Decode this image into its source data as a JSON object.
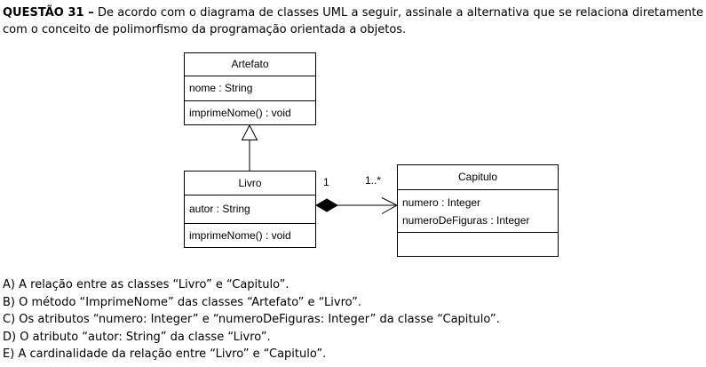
{
  "question": {
    "label": "QUESTÃO 31 –",
    "text": "De acordo com o diagrama de classes UML a seguir, assinale a alternativa que se relaciona diretamente com o conceito de polimorfismo da programação orientada a objetos."
  },
  "diagram": {
    "classes": [
      {
        "name": "Artefato",
        "attributes": [
          "nome : String"
        ],
        "methods": [
          "imprimeNome() : void"
        ]
      },
      {
        "name": "Livro",
        "attributes": [
          "autor : String"
        ],
        "methods": [
          "imprimeNome() : void"
        ]
      },
      {
        "name": "Capitulo",
        "attributes": [
          "numero : Integer",
          "numeroDeFiguras : Integer"
        ],
        "methods": []
      }
    ],
    "relationships": [
      {
        "type": "generalization",
        "from": "Livro",
        "to": "Artefato"
      },
      {
        "type": "composition",
        "from": "Livro",
        "to": "Capitulo",
        "from_multiplicity": "1",
        "to_multiplicity": "1..*"
      }
    ],
    "colors": {
      "line": "#000000",
      "fill": "#ffffff",
      "diamond": "#000000"
    }
  },
  "options": [
    {
      "letter": "A)",
      "text": "A relação entre as classes “Livro” e “Capitulo”."
    },
    {
      "letter": "B)",
      "text": "O método “ImprimeNome” das classes “Artefato” e “Livro”."
    },
    {
      "letter": "C)",
      "text": "Os atributos “numero: Integer” e “numeroDeFiguras: Integer” da classe “Capitulo”."
    },
    {
      "letter": "D)",
      "text": "O atributo “autor: String” da classe “Livro”."
    },
    {
      "letter": "E)",
      "text": "A cardinalidade da relação entre “Livro” e “Capitulo”."
    }
  ]
}
